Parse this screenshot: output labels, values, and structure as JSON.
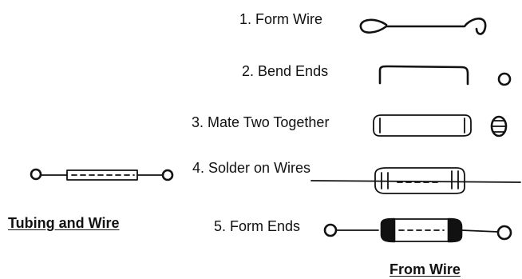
{
  "steps": [
    {
      "label": "1. Form Wire"
    },
    {
      "label": "2. Bend Ends"
    },
    {
      "label": "3. Mate Two Together"
    },
    {
      "label": "4. Solder on Wires"
    },
    {
      "label": "5. Form Ends"
    }
  ],
  "captions": {
    "left": "Tubing and Wire",
    "right": "From Wire"
  }
}
